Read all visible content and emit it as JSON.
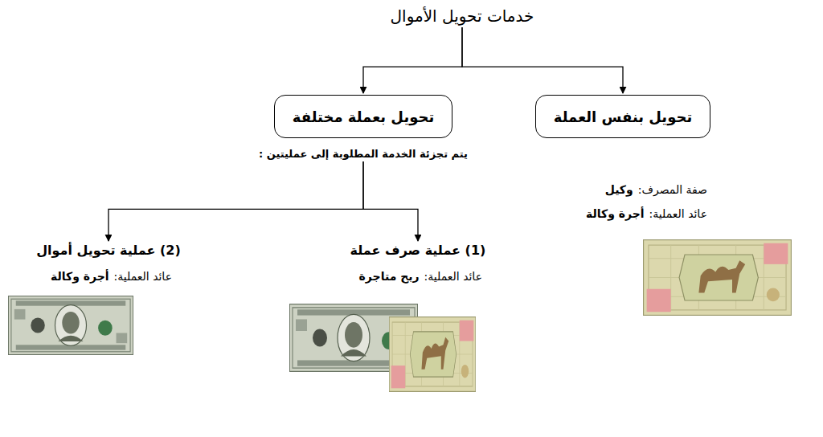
{
  "diagram": {
    "nodes": [
      {
        "text": [
          "خدمات تحويل الأموال"
        ]
      },
      {
        "text": [
          "تحويل بنفس العملة"
        ]
      },
      {
        "text": [
          "تحويل بعملة مختلفة",
          "يتم تجزئة الخدمة المطلوبة إلى عمليتين :"
        ]
      },
      {
        "text": [
          "(1) عملية صرف عملة"
        ]
      },
      {
        "text": [
          "(2) عملية تحويل أموال"
        ]
      }
    ],
    "edges": [
      {
        "from": 0,
        "to": 1,
        "arrow": "to"
      },
      {
        "from": 0,
        "to": 2,
        "arrow": "to"
      },
      {
        "from": 2,
        "to": 3,
        "arrow": "to"
      },
      {
        "from": 2,
        "to": 4,
        "arrow": "to"
      }
    ],
    "labels": [
      "صفة المصرف:",
      "وكيل",
      "عائد العملية:",
      "أجرة وكالة",
      "عائد العملية:",
      "ربح متاجرة",
      "عائد العملية:",
      "أجرة وكالة"
    ]
  }
}
